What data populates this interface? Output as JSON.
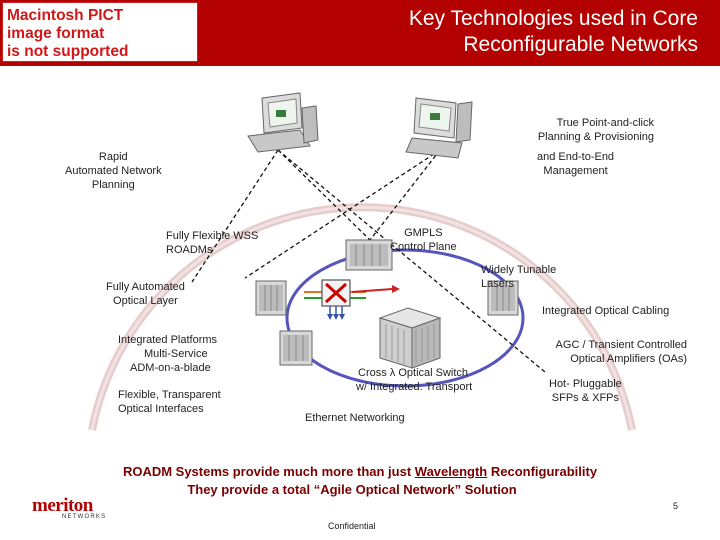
{
  "placeholder": {
    "line1": "Macintosh PICT",
    "line2": "image format",
    "line3": "is not supported"
  },
  "title": {
    "line1": "Key Technologies used in Core",
    "line2": "Reconfigurable Networks"
  },
  "labels": {
    "planning_provisioning": [
      "True Point-and-click",
      "Planning & Provisioning"
    ],
    "end_to_end": [
      "and End-to-End",
      "Management"
    ],
    "rapid_planning": [
      "Rapid",
      "Automated Network",
      "Planning"
    ],
    "wss_roadms": [
      "Fully Flexible WSS",
      "ROADMs"
    ],
    "gmpls": [
      "GMPLS",
      "Control Plane"
    ],
    "tunable_lasers": [
      "Widely Tunable",
      "Lasers"
    ],
    "optical_layer": [
      "Fully Automated",
      "Optical Layer"
    ],
    "optical_cabling": "Integrated Optical Cabling",
    "integrated_platforms": [
      "Integrated Platforms",
      "Multi-Service",
      "ADM-on-a-blade"
    ],
    "agc": [
      "AGC / Transient Controlled",
      "Optical Amplifiers (OAs)"
    ],
    "cross_switch": [
      "Cross λ Optical Switch",
      "w/ Integrated. Transport"
    ],
    "pluggable": [
      "Hot- Pluggable",
      "SFPs & XFPs"
    ],
    "interfaces": [
      "Flexible, Transparent",
      "Optical Interfaces"
    ],
    "ethernet": "Ethernet Networking"
  },
  "banner": {
    "line1_pre": "ROADM Systems provide much more than just ",
    "line1_word": "Wavelength",
    "line1_post": " Reconfigurability",
    "line2": "They provide a total “Agile Optical Network”  Solution"
  },
  "logo": {
    "word": "meriton",
    "sub": "NETWORKS"
  },
  "footer": {
    "page": "5",
    "confidential": "Confidential"
  },
  "colors": {
    "header": "#b30000",
    "ring": "#5555bb",
    "arc": "#e6cccc",
    "banner_text": "#7a0000"
  }
}
